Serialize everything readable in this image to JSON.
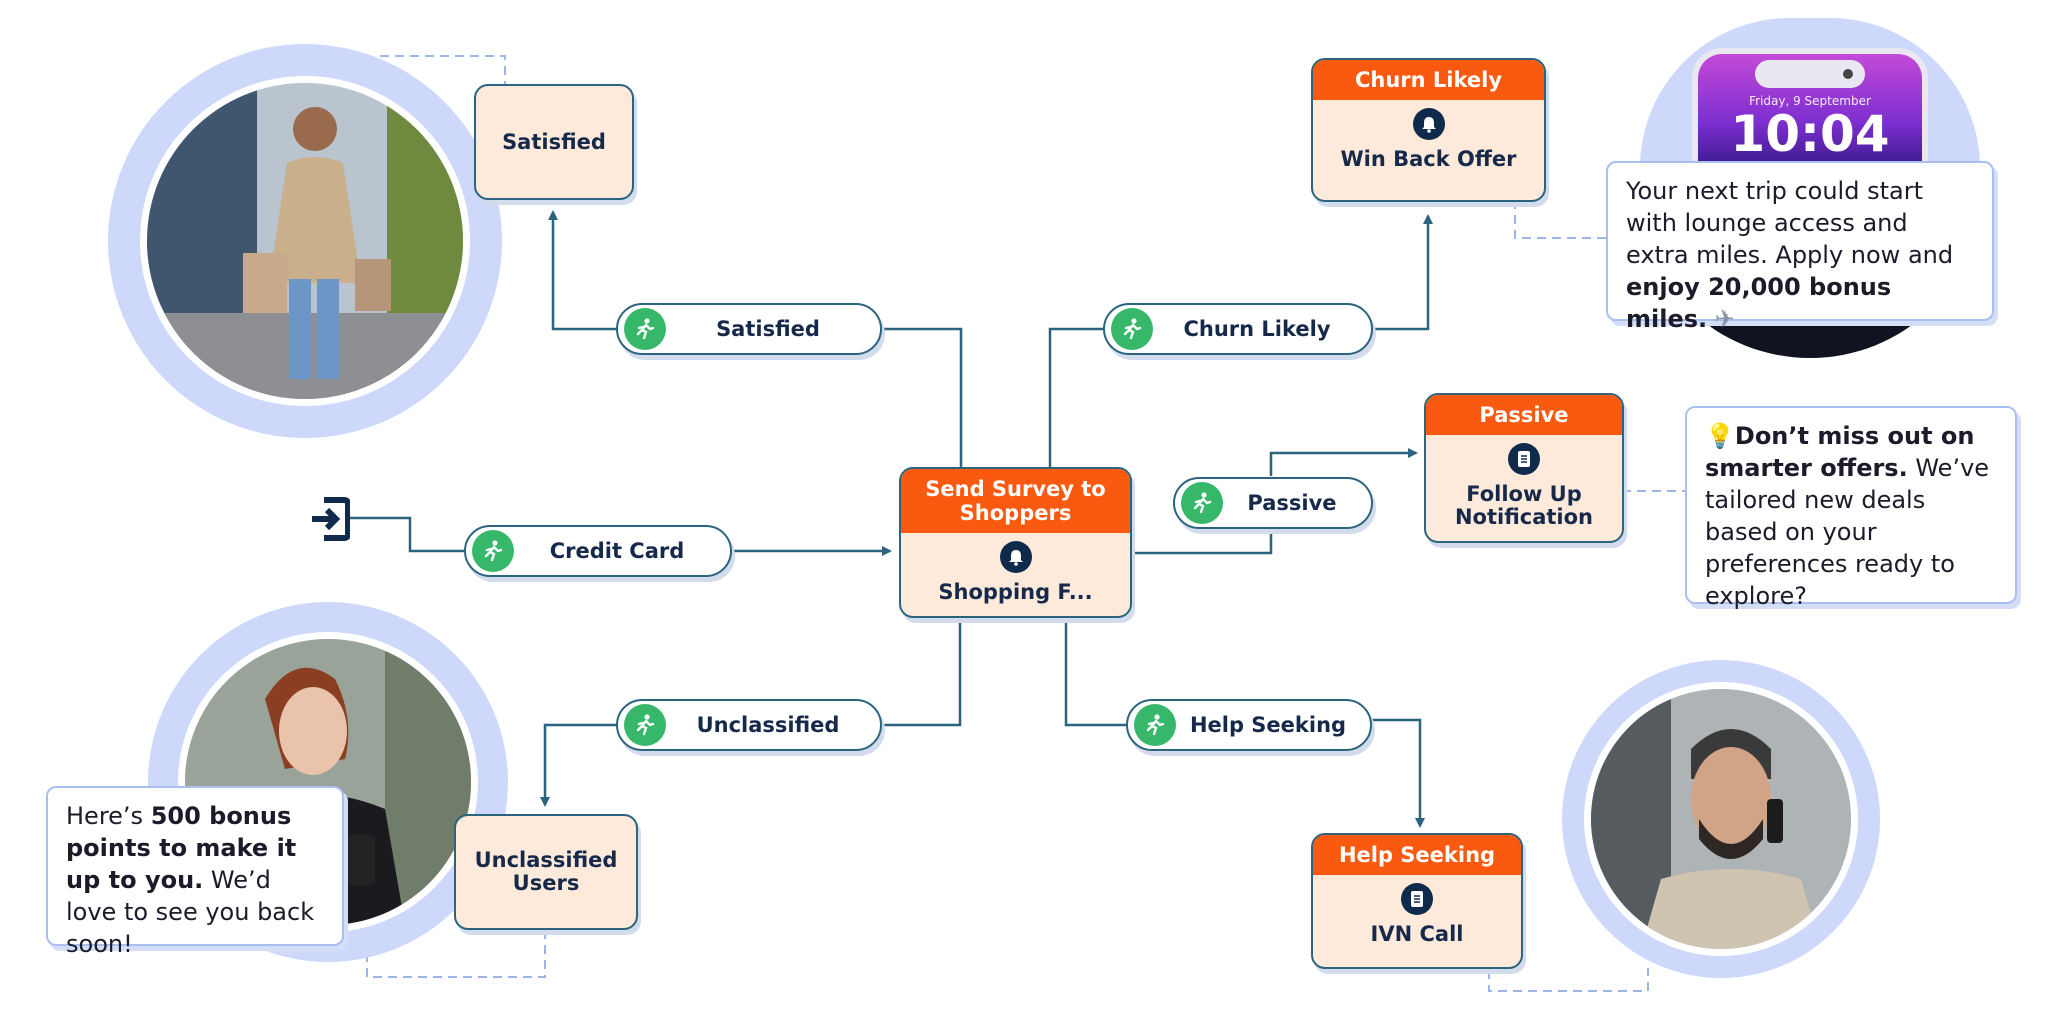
{
  "center": {
    "header": "Send Survey to Shoppers",
    "label": "Shopping F...",
    "icon": "bell-icon"
  },
  "entry_icon": "enter-icon",
  "pills": {
    "satisfied": "Satisfied",
    "churn": "Churn Likely",
    "credit": "Credit Card",
    "passive": "Passive",
    "unclassified": "Unclassified",
    "help": "Help Seeking"
  },
  "outcomes": {
    "satisfied": "Satisfied",
    "unclassified": "Unclassified Users",
    "churn": {
      "header": "Churn Likely",
      "label": "Win Back Offer",
      "icon": "bell-icon"
    },
    "passive": {
      "header": "Passive",
      "label": "Follow Up Notification",
      "icon": "document-icon"
    },
    "help": {
      "header": "Help Seeking",
      "label": "IVN Call",
      "icon": "document-icon"
    }
  },
  "phone": {
    "date": "Friday, 9 September",
    "time": "10:04"
  },
  "messages": {
    "churn": {
      "text": "Your next trip could start with lounge access and extra miles. Apply now and ",
      "bold": "enjoy 20,000 bonus miles.",
      "emoji": "✈"
    },
    "passive": {
      "emoji": "💡",
      "bold": "Don’t miss out on smarter offers.",
      "text": " We’ve tailored new deals based on your preferences ready to explore?"
    },
    "unclassified": {
      "pre": "Here’s ",
      "bold": "500 bonus points to make it up to you.",
      "text": " We’d love to see you back soon!"
    }
  },
  "colors": {
    "accent": "#fa5a0f",
    "card_fill": "#fdeadb",
    "connector": "#2b647e",
    "run_badge": "#37b76a",
    "halo": "#cdd8fb"
  }
}
